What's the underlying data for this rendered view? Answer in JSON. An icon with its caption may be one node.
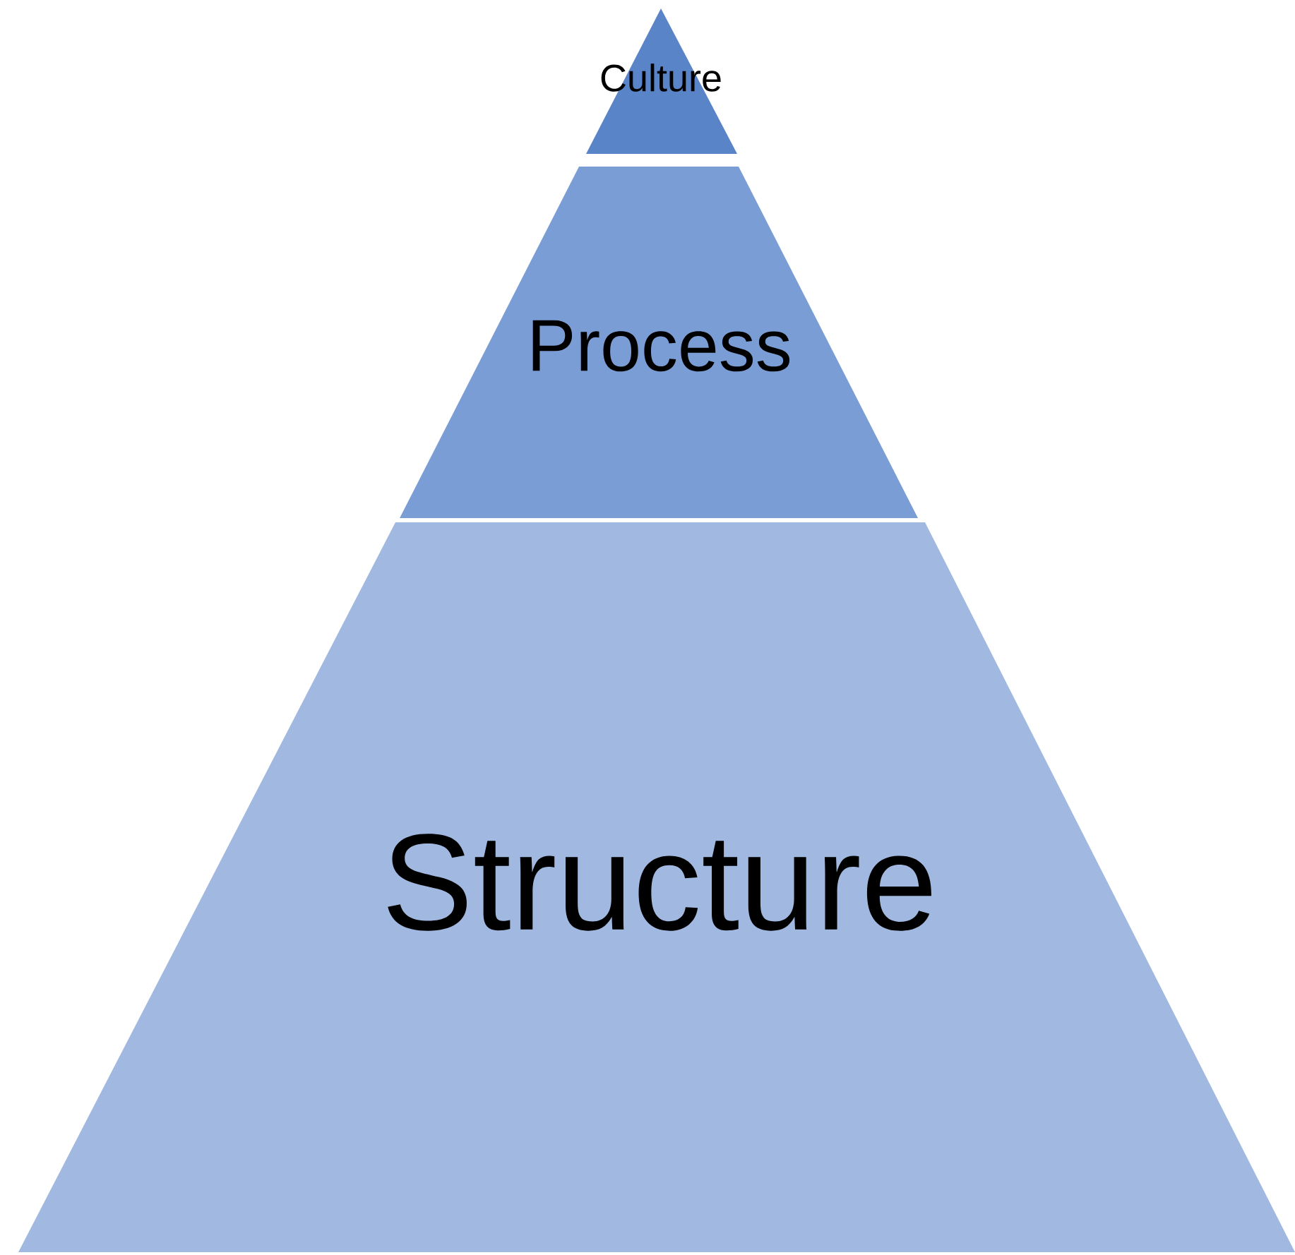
{
  "diagram": {
    "nodes": [
      {
        "text": [
          "Culture"
        ]
      },
      {
        "text": [
          "Process"
        ]
      },
      {
        "text": [
          "Structure"
        ]
      }
    ]
  }
}
